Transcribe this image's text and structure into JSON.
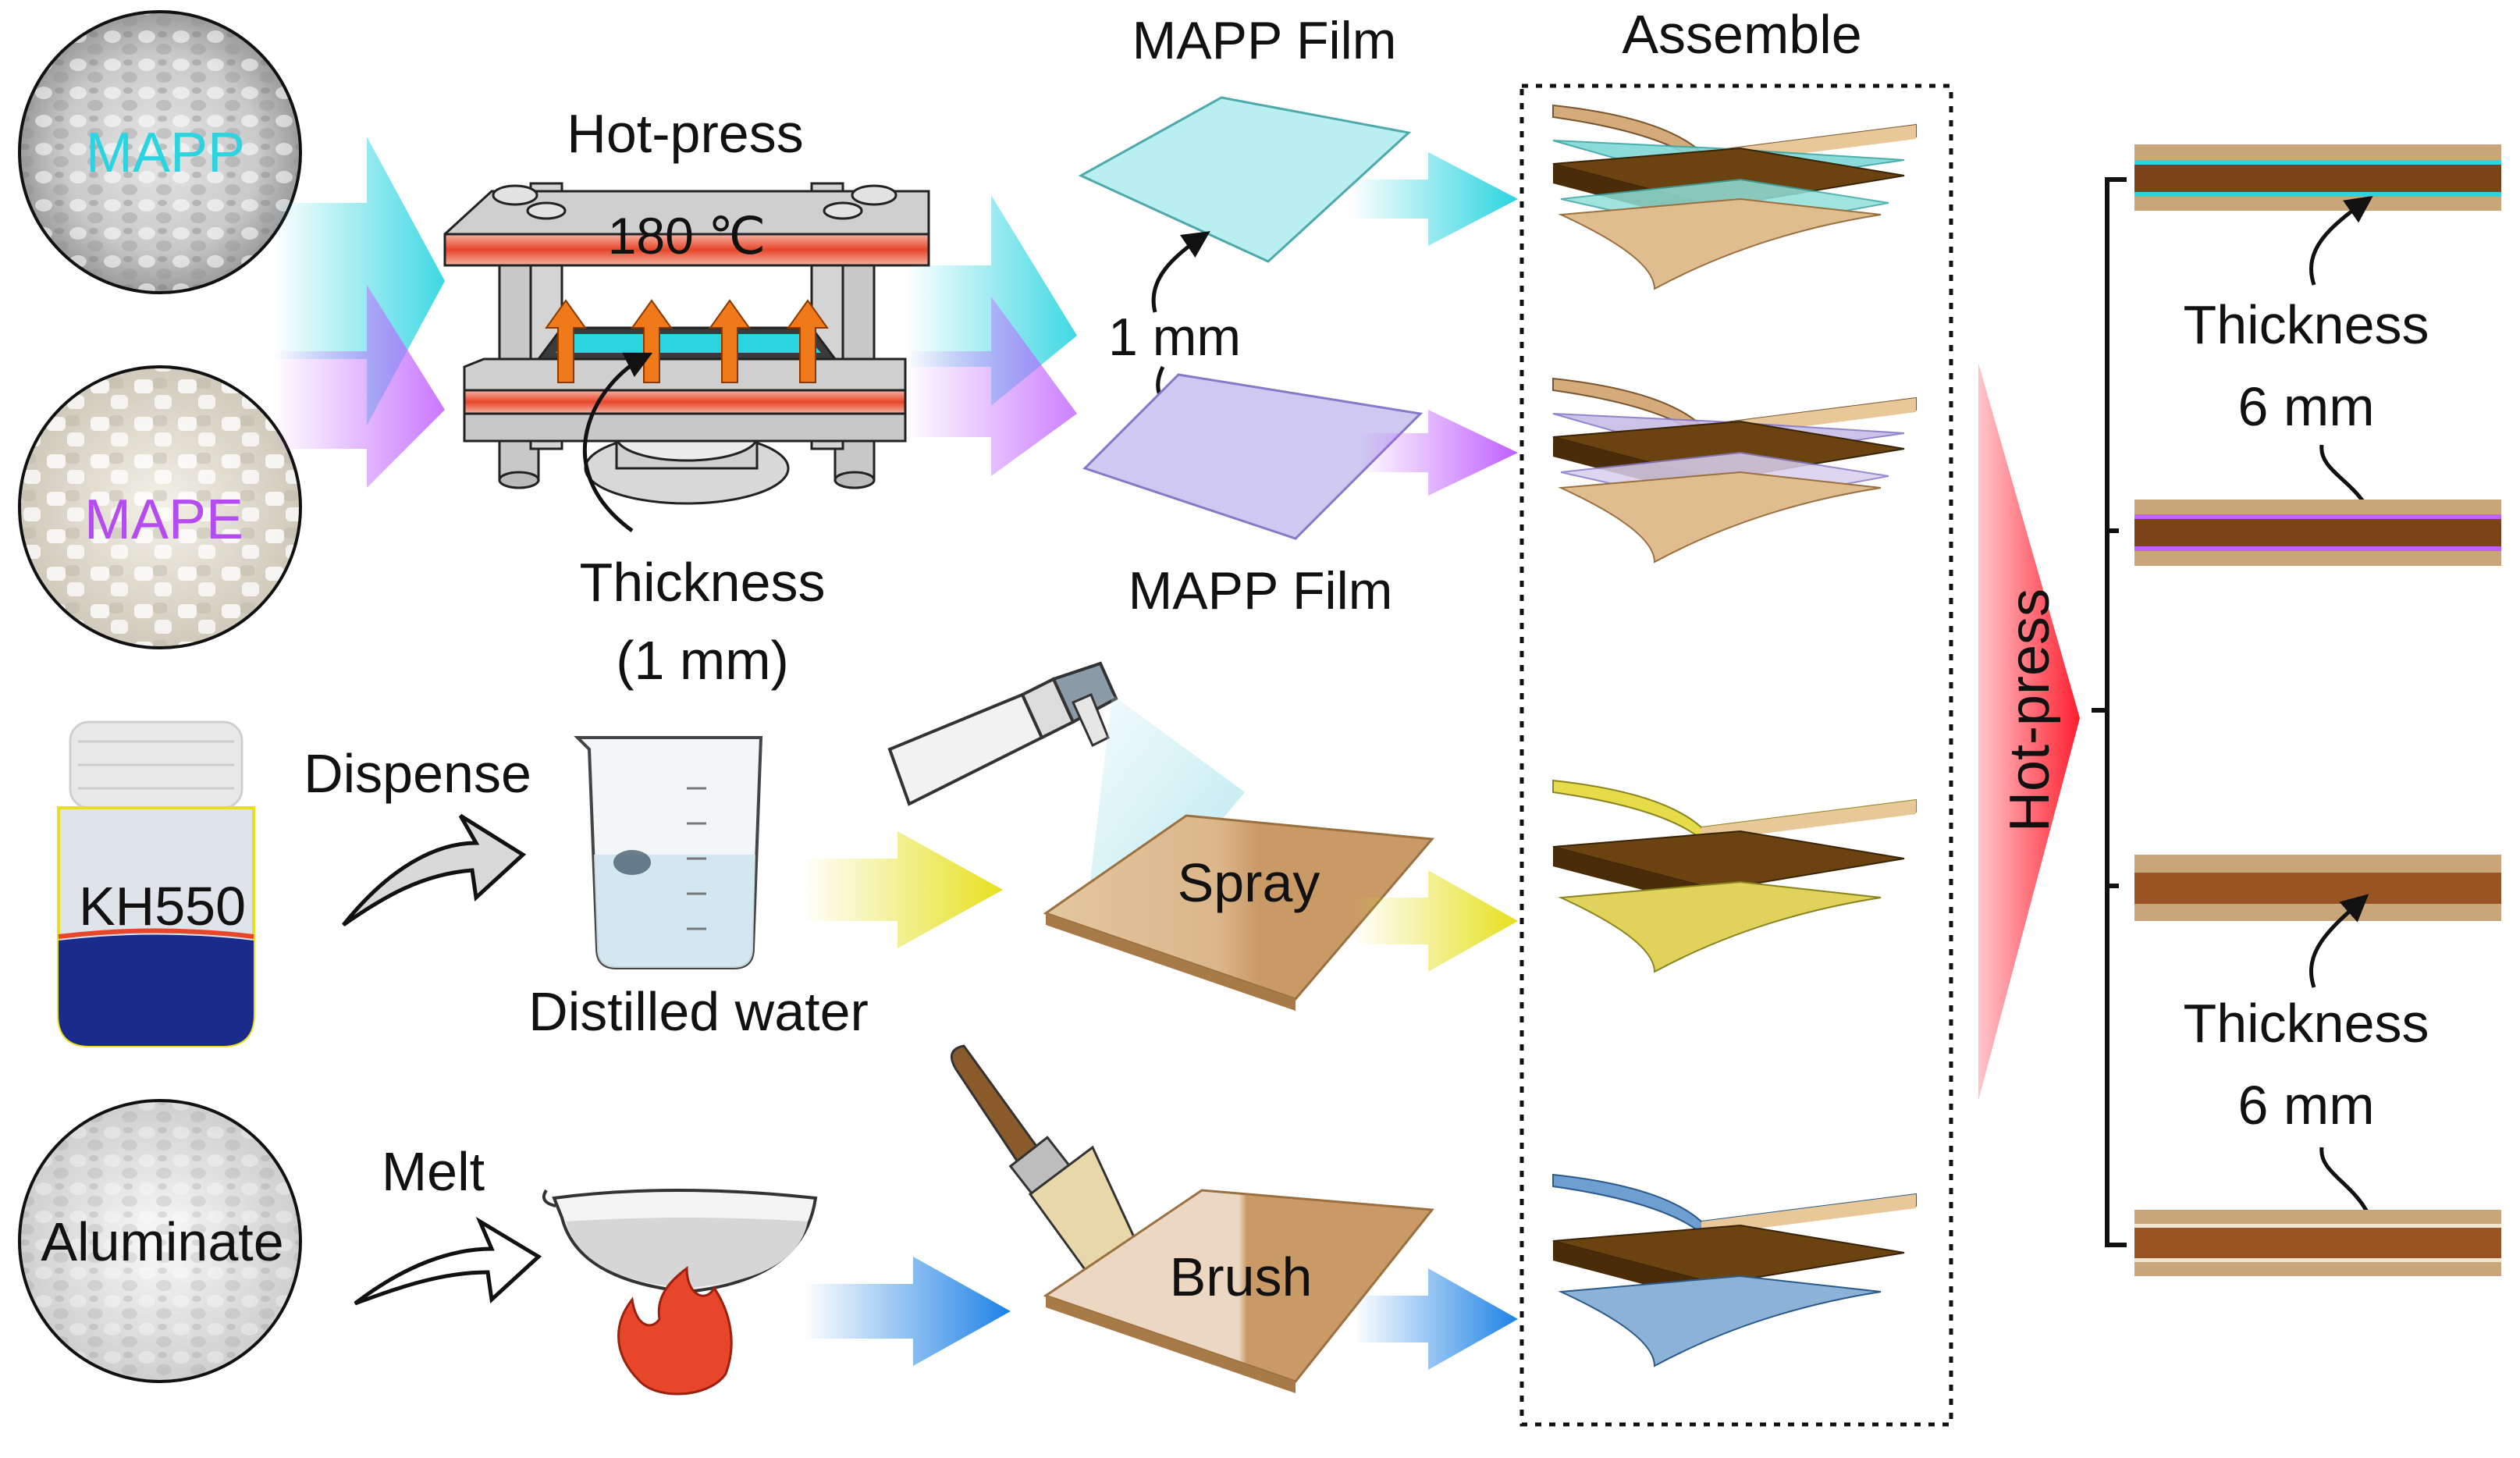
{
  "materials": {
    "mapp_label": "MAPP",
    "mape_label": "MAPE",
    "kh550_label": "KH550",
    "aluminate_label": "Aluminate"
  },
  "hot_press": {
    "title": "Hot-press",
    "temperature": "180 ℃",
    "thickness_label": "Thickness",
    "thickness_value": "(1 mm)"
  },
  "films": {
    "top_label": "MAPP Film",
    "bottom_label": "MAPP Film",
    "thickness": "1 mm"
  },
  "treatments": {
    "dispense_label": "Dispense",
    "water_label": "Distilled water",
    "spray_label": "Spray",
    "melt_label": "Melt",
    "brush_label": "Brush"
  },
  "assemble_label": "Assemble",
  "final_hot_press_label": "Hot-press",
  "result": {
    "upper_thickness_label": "Thickness",
    "upper_thickness_value": "6 mm",
    "lower_thickness_label": "Thickness",
    "lower_thickness_value": "6 mm"
  },
  "colors": {
    "mapp": "#2ad4e0",
    "mape": "#c060ff",
    "kh550": "#e6e01e",
    "aluminate": "#1e82e6",
    "heater": "#e8462a",
    "hot_press_arrow": "#ff1e2e",
    "veneer": "#c9a57a",
    "core": "#6b4310"
  }
}
